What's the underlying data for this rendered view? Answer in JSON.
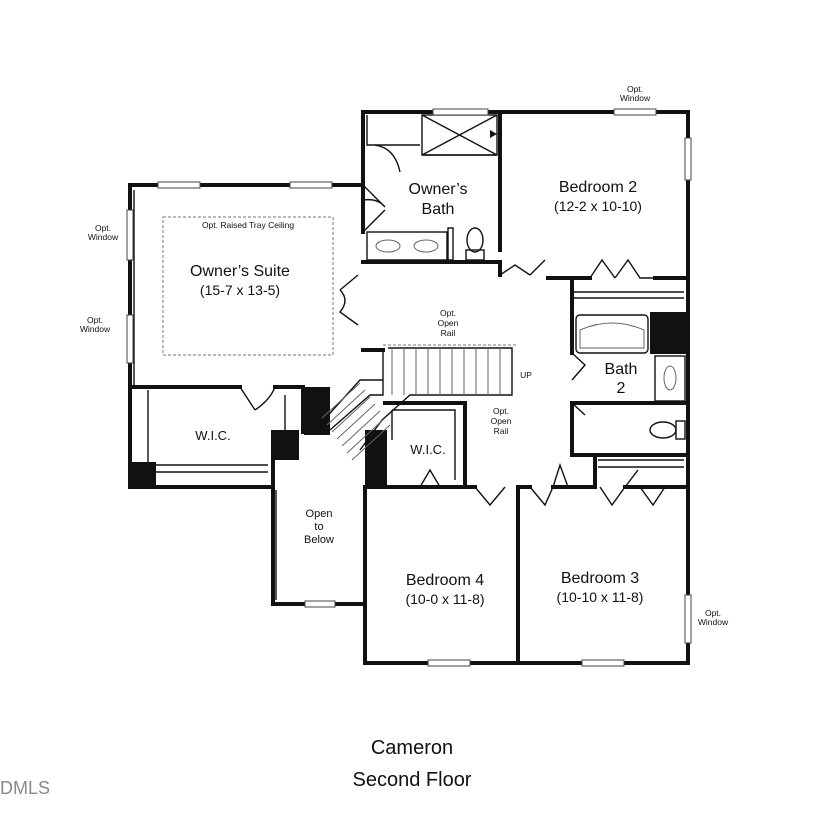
{
  "rooms": {
    "owners_suite": {
      "name": "Owner’s Suite",
      "dims": "(15-7 x 13-5)"
    },
    "owners_bath": {
      "line1": "Owner’s",
      "line2": "Bath"
    },
    "bedroom2": {
      "name": "Bedroom 2",
      "dims": "(12-2 x 10-10)"
    },
    "bath2": {
      "line1": "Bath",
      "line2": "2"
    },
    "wic_left": {
      "name": "W.I.C."
    },
    "wic_right": {
      "name": "W.I.C."
    },
    "open_below": {
      "line1": "Open",
      "line2": "to",
      "line3": "Below"
    },
    "bedroom4": {
      "name": "Bedroom 4",
      "dims": "(10-0 x 11-8)"
    },
    "bedroom3": {
      "name": "Bedroom 3",
      "dims": "(10-10 x 11-8)"
    }
  },
  "notes": {
    "tray_ceiling": "Opt. Raised Tray Ceiling",
    "opt_window_top": {
      "l1": "Opt.",
      "l2": "Window"
    },
    "opt_window_left_upper": {
      "l1": "Opt.",
      "l2": "Window"
    },
    "opt_window_left_lower": {
      "l1": "Opt.",
      "l2": "Window"
    },
    "opt_window_right": {
      "l1": "Opt.",
      "l2": "Window"
    },
    "open_rail_top": {
      "l1": "Opt.",
      "l2": "Open",
      "l3": "Rail"
    },
    "open_rail_bottom": {
      "l1": "Opt.",
      "l2": "Open",
      "l3": "Rail"
    },
    "stair_up": "UP"
  },
  "caption": {
    "model": "Cameron",
    "floor": "Second Floor"
  },
  "watermark": "DMLS"
}
